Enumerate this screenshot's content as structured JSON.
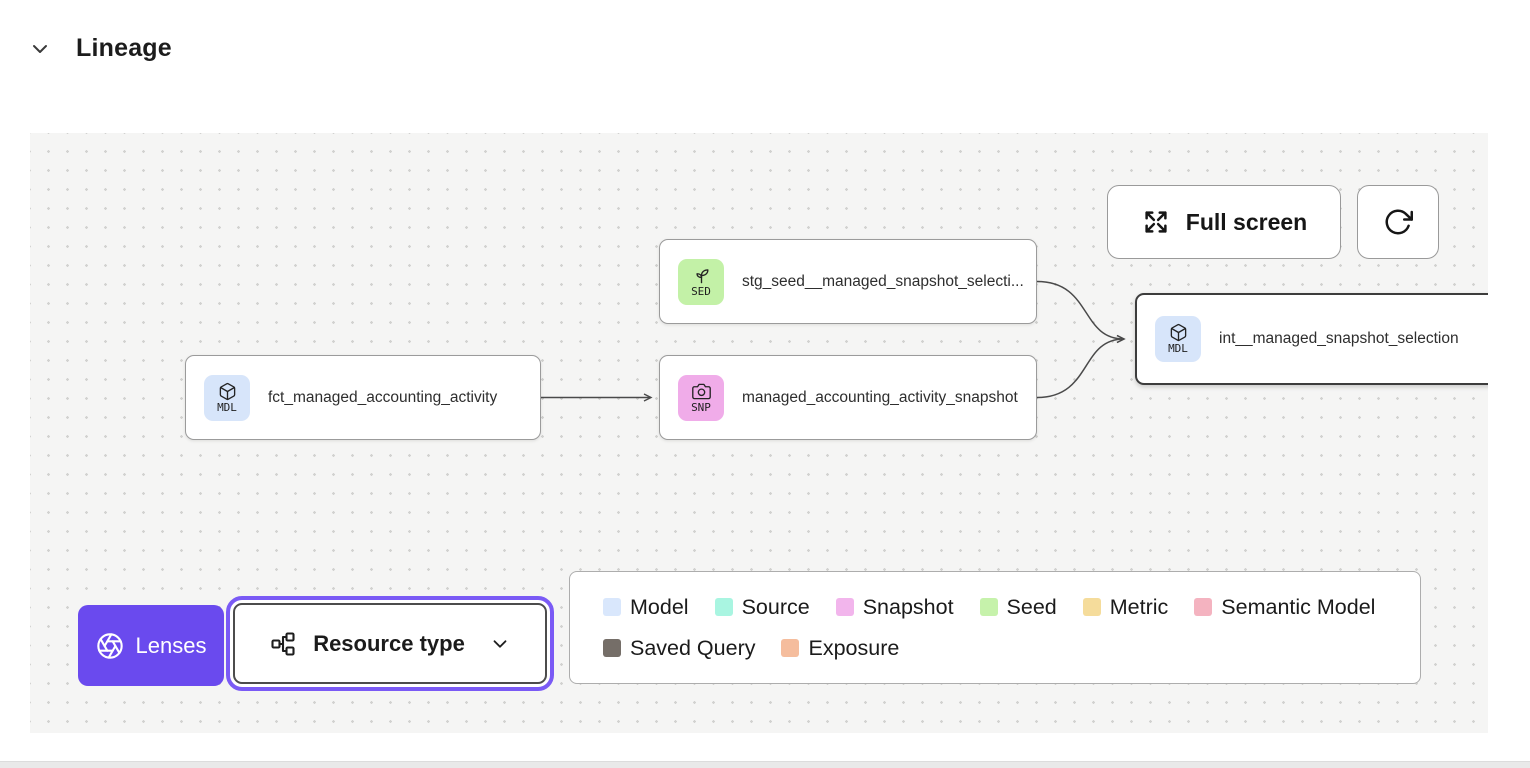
{
  "header": {
    "title": "Lineage"
  },
  "toolbar": {
    "fullscreen_label": "Full screen"
  },
  "nodes": {
    "seed": {
      "badge": "SED",
      "label": "stg_seed__managed_snapshot_selecti...",
      "badge_color": "#C3F1A7"
    },
    "fct": {
      "badge": "MDL",
      "label": "fct_managed_accounting_activity",
      "badge_color": "#D7E5FA"
    },
    "snapshot": {
      "badge": "SNP",
      "label": "managed_accounting_activity_snapshot",
      "badge_color": "#F0ACE9"
    },
    "int": {
      "badge": "MDL",
      "label": "int__managed_snapshot_selection",
      "badge_color": "#D7E5FA"
    }
  },
  "controls": {
    "lenses_label": "Lenses",
    "lenses_color": "#6A4AEE",
    "resource_type_label": "Resource type"
  },
  "legend": [
    {
      "label": "Model",
      "color": "#D9E7FC"
    },
    {
      "label": "Source",
      "color": "#A9F5E1"
    },
    {
      "label": "Snapshot",
      "color": "#F2B5EC"
    },
    {
      "label": "Seed",
      "color": "#C6F2AB"
    },
    {
      "label": "Metric",
      "color": "#F5DC9B"
    },
    {
      "label": "Semantic Model",
      "color": "#F4B3C0"
    },
    {
      "label": "Saved Query",
      "color": "#756E68"
    },
    {
      "label": "Exposure",
      "color": "#F5BD9D"
    }
  ]
}
